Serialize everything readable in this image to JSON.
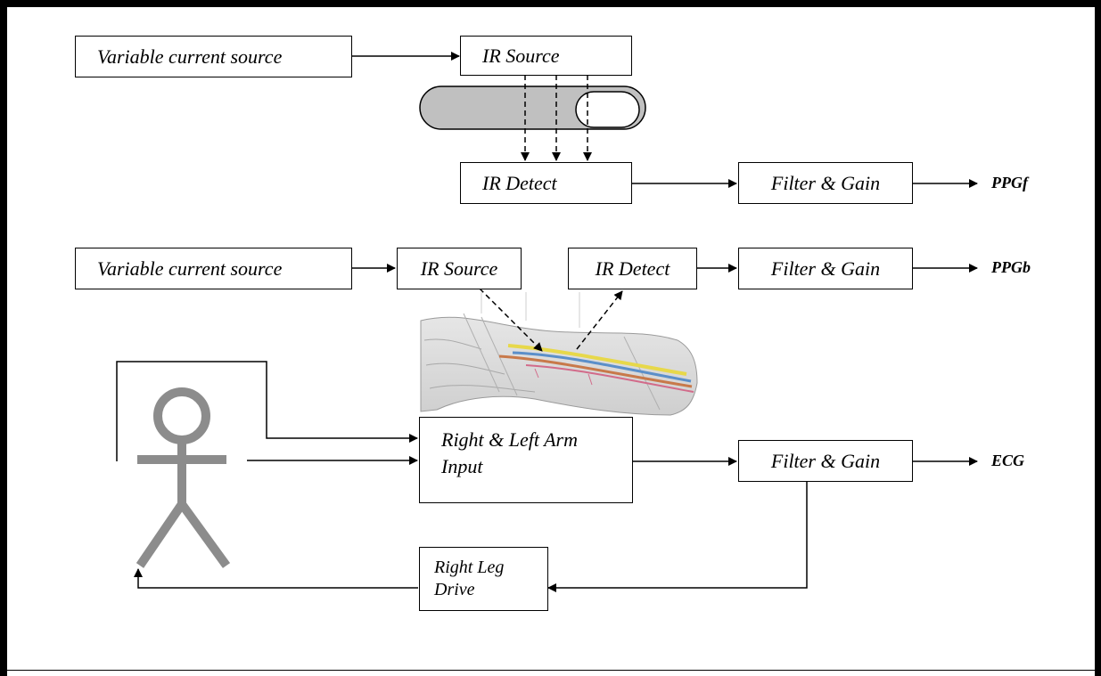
{
  "diagram": {
    "ppgf": {
      "source_label": "Variable current source",
      "ir_source_label": "IR Source",
      "ir_detect_label": "IR Detect",
      "filter_label": "Filter & Gain",
      "output_label": "PPGf"
    },
    "ppgb": {
      "source_label": "Variable current source",
      "ir_source_label": "IR Source",
      "ir_detect_label": "IR Detect",
      "filter_label": "Filter & Gain",
      "output_label": "PPGb"
    },
    "ecg": {
      "arm_input_line1": "Right & Left Arm",
      "arm_input_line2": "Input",
      "filter_label": "Filter & Gain",
      "output_label": "ECG",
      "leg_drive_line1": "Right Leg",
      "leg_drive_line2": "Drive"
    },
    "colors": {
      "finger_fill": "#c0c0c0",
      "stick_figure": "#8c8c8c",
      "line": "#000000"
    },
    "icons": [
      "finger-illustration",
      "forearm-anatomy-illustration",
      "stick-figure-person"
    ]
  }
}
